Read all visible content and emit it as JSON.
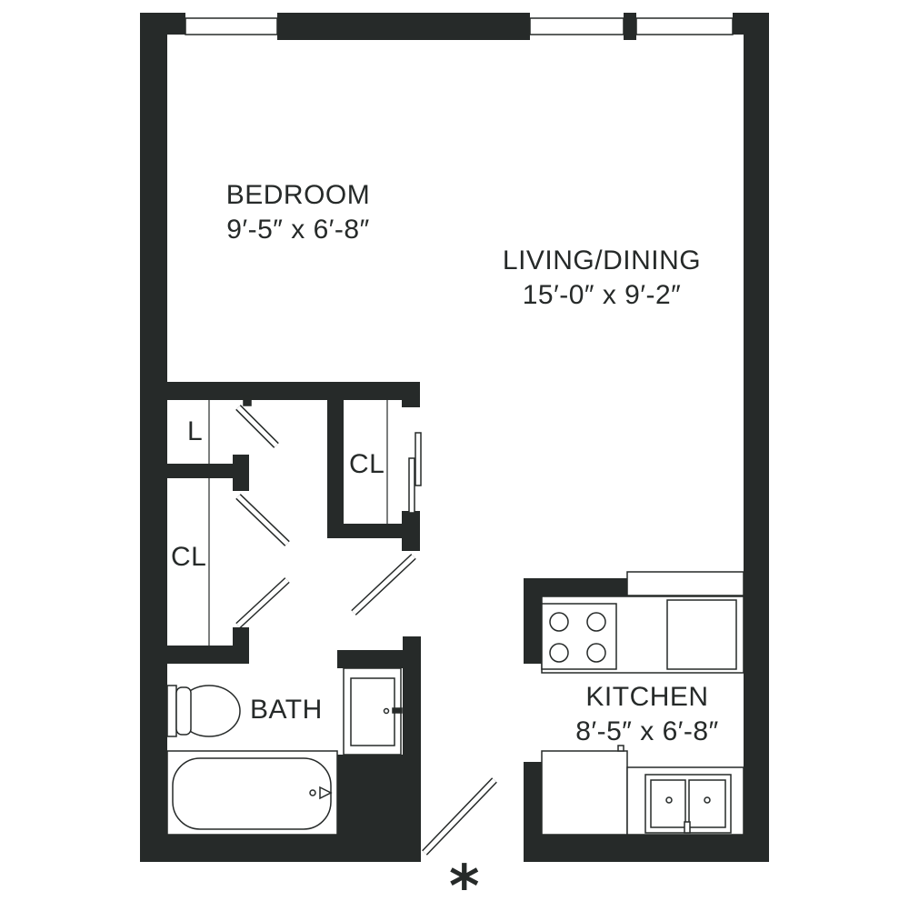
{
  "plan": {
    "wall_color": "#262a29",
    "rooms": {
      "bedroom": {
        "name": "BEDROOM",
        "dims": "9′-5″ x 6′-8″"
      },
      "living": {
        "name": "LIVING/DINING",
        "dims": "15′-0″ x 9′-2″"
      },
      "kitchen": {
        "name": "KITCHEN",
        "dims": "8′-5″ x 6′-8″"
      },
      "bath": {
        "name": "BATH"
      },
      "closet_hall": {
        "name": "CL"
      },
      "closet_small": {
        "name": "CL"
      },
      "linen": {
        "name": "L"
      }
    },
    "entry_marker": "*"
  }
}
